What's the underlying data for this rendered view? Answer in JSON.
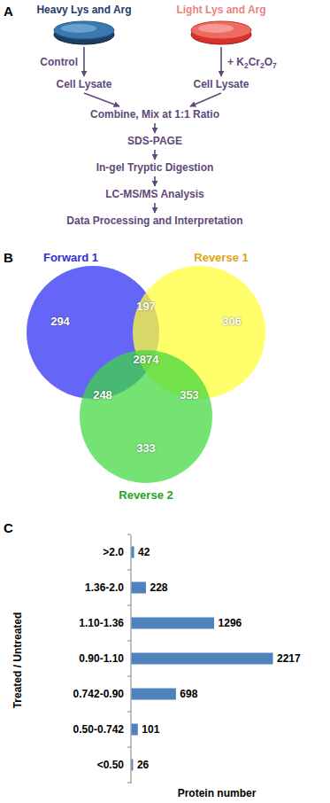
{
  "diagram": {
    "nodes": [
      {
        "text": [
          "Heavy Lys and Arg"
        ]
      },
      {
        "text": [
          "Light Lys and Arg"
        ]
      },
      {
        "text": [
          "Cell Lysate"
        ]
      },
      {
        "text": [
          "Cell Lysate"
        ]
      },
      {
        "text": [
          "Combine, Mix at 1:1 Ratio"
        ]
      },
      {
        "text": [
          "SDS-PAGE"
        ]
      },
      {
        "text": [
          "In-gel Tryptic Digestion"
        ]
      },
      {
        "text": [
          "LC-MS/MS Analysis"
        ]
      },
      {
        "text": [
          "Data Processing and Interpretation"
        ]
      }
    ],
    "edges": [
      {
        "from": 0,
        "to": 2,
        "arrow": "to",
        "label": "Control"
      },
      {
        "from": 1,
        "to": 3,
        "arrow": "to",
        "label": "+ K2Cr2O7"
      },
      {
        "from": 2,
        "to": 4,
        "arrow": "to"
      },
      {
        "from": 3,
        "to": 4,
        "arrow": "to"
      },
      {
        "from": 4,
        "to": 5,
        "arrow": "to"
      },
      {
        "from": 5,
        "to": 6,
        "arrow": "to"
      },
      {
        "from": 6,
        "to": 7,
        "arrow": "to"
      },
      {
        "from": 7,
        "to": 8,
        "arrow": "to"
      }
    ],
    "labels": [
      "A",
      "B",
      "C",
      "Forward 1",
      "Reverse 1",
      "Reverse 2",
      "294",
      "197",
      "306",
      "248",
      "2874",
      "353",
      "333",
      "Treated / Untreated",
      ">2.0",
      "1.36-2.0",
      "1.10-1.36",
      "0.90-1.10",
      "0.742-0.90",
      "0.50-0.742",
      "<0.50",
      "42",
      "228",
      "1296",
      "2217",
      "698",
      "101",
      "26",
      "Protein number"
    ]
  }
}
